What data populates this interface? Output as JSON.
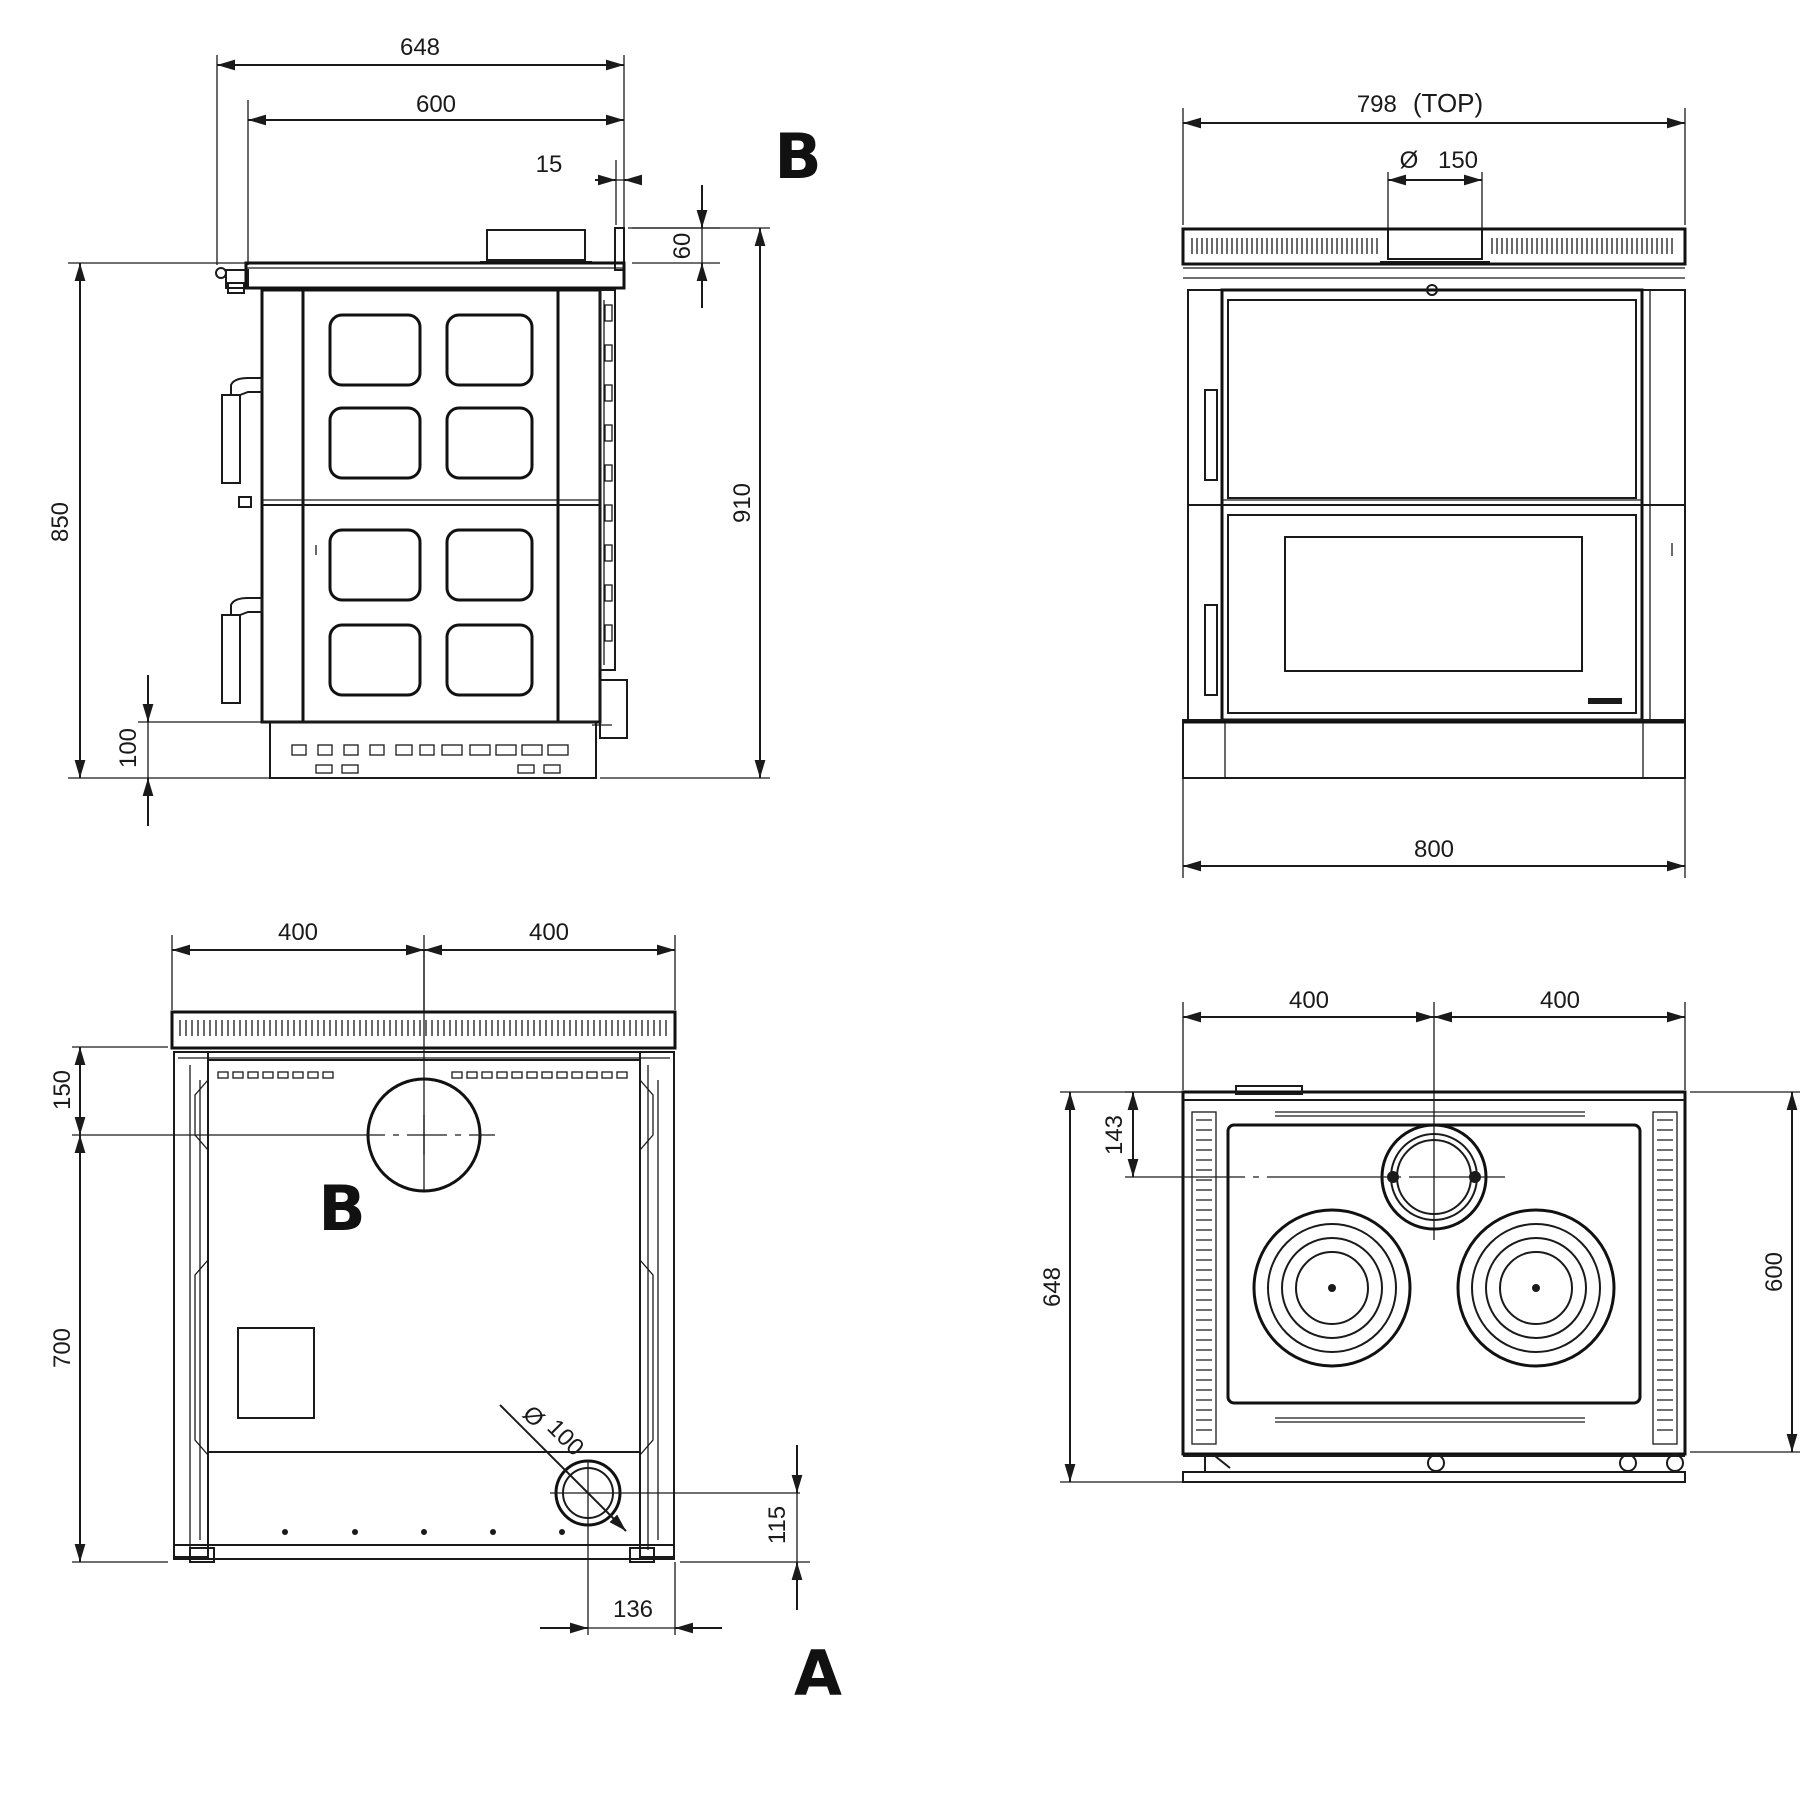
{
  "side_view": {
    "dim_width_total": "648",
    "dim_width_body": "600",
    "dim_top_offset": "15",
    "dim_flue_height": "60",
    "dim_height_body": "850",
    "dim_height_total": "910",
    "dim_plinth": "100",
    "view_letter": "B"
  },
  "front_view": {
    "dim_top_width": "798",
    "dim_top_label": "(TOP)",
    "dim_flue_diameter": "150",
    "dim_width": "800"
  },
  "rear_view": {
    "dim_left": "400",
    "dim_right": "400",
    "dim_upper": "150",
    "dim_main": "700",
    "dim_outlet_diameter": "100",
    "dim_outlet_height": "115",
    "dim_outlet_offset": "136",
    "flue_letter": "B",
    "view_letter": "A"
  },
  "top_view": {
    "dim_left": "400",
    "dim_right": "400",
    "dim_flue_offset": "143",
    "dim_depth_total": "648",
    "dim_depth_body": "600"
  },
  "diameter_symbol": "Ø"
}
